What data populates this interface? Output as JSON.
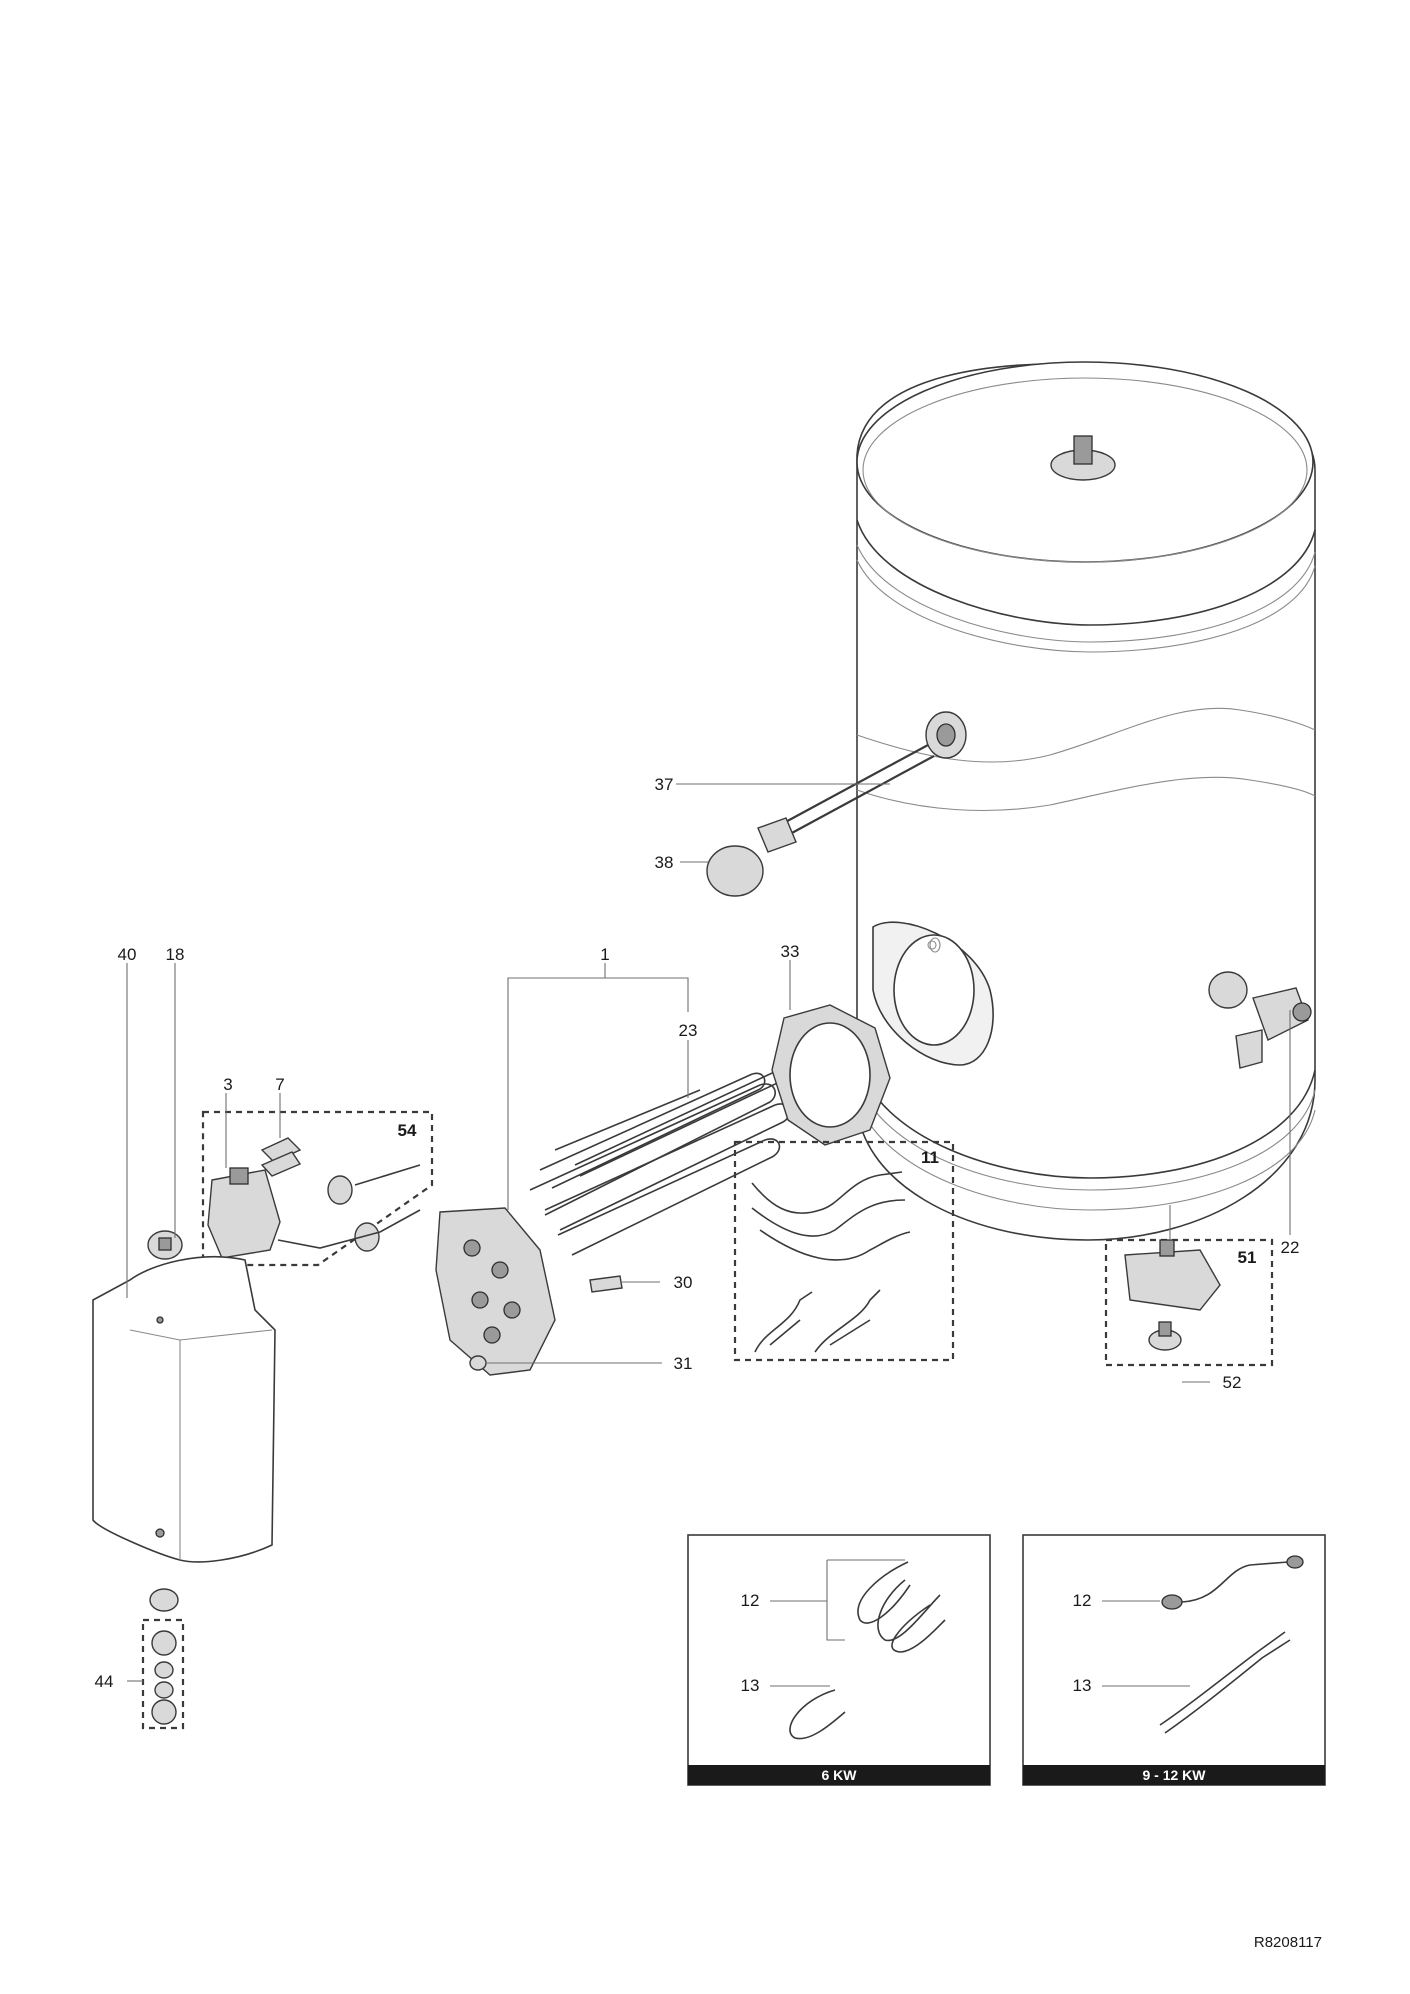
{
  "callouts": {
    "c1": "1",
    "c3": "3",
    "c7": "7",
    "c11": "11",
    "c12": "12",
    "c13": "13",
    "c18": "18",
    "c22": "22",
    "c23": "23",
    "c30": "30",
    "c31": "31",
    "c33": "33",
    "c37": "37",
    "c38": "38",
    "c40": "40",
    "c44": "44",
    "c51": "51",
    "c52": "52",
    "c54": "54"
  },
  "kits": [
    {
      "band_label": "6 KW",
      "item_a": "12",
      "item_b": "13"
    },
    {
      "band_label": "9 - 12 KW",
      "item_a": "12",
      "item_b": "13"
    }
  ],
  "reference_code": "R8208117"
}
